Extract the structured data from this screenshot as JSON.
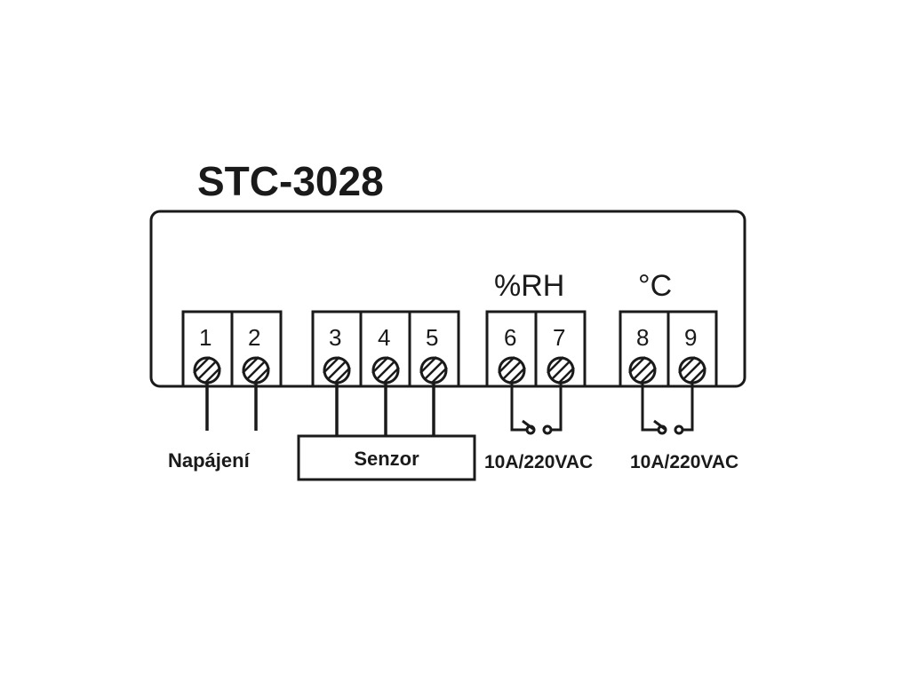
{
  "title": "STC-3028",
  "group_labels": {
    "humidity": "%RH",
    "temperature": "°C"
  },
  "terminals": [
    "1",
    "2",
    "3",
    "4",
    "5",
    "6",
    "7",
    "8",
    "9"
  ],
  "labels": {
    "power": "Napájení",
    "sensor": "Senzor",
    "relay_humidity_rating": "10A/220VAC",
    "relay_temperature_rating": "10A/220VAC"
  },
  "colors": {
    "ink": "#1a1a1a",
    "background": "#ffffff"
  }
}
